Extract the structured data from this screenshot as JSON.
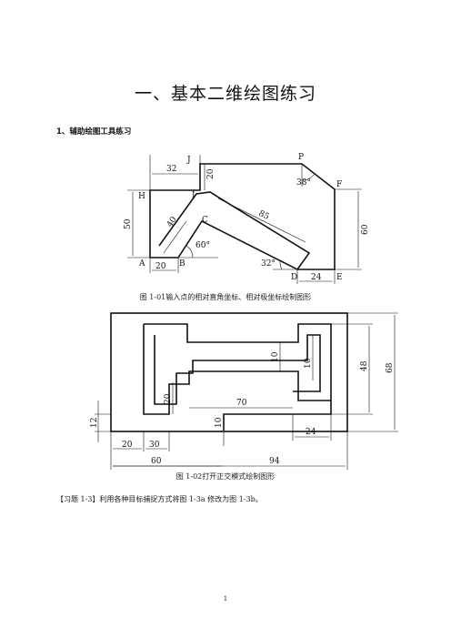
{
  "title": "一、基本二维绘图练习",
  "section_heading": "1、辅助绘图工具练习",
  "figure1": {
    "caption": "图 1-01输入点的相对直角坐标、相对极坐标绘制图形",
    "points": {
      "A": "A",
      "B": "B",
      "C": "C",
      "D": "D",
      "E": "E",
      "F": "F",
      "H": "H",
      "I": "I",
      "J": "J",
      "P": "P"
    },
    "dims": {
      "d32": "32",
      "d20v": "20",
      "d50": "50",
      "d40": "40",
      "d60deg": "60°",
      "d20h": "20",
      "d85": "85",
      "d32deg": "32°",
      "d24": "24",
      "d38deg": "38°",
      "d60": "60"
    }
  },
  "figure2": {
    "caption": "图 1-02打开正交模式绘制图形",
    "dims": {
      "d10a": "10",
      "d10b": "10",
      "d48": "48",
      "d68": "68",
      "d20": "20",
      "d70": "70",
      "d12": "12",
      "d10c": "10",
      "d24": "24",
      "d20b": "20",
      "d30": "30",
      "d60": "60",
      "d94": "94"
    }
  },
  "exercise_text": "【习题 1-3】利用各种目标捕捉方式将图 1-3a 修改为图 1-3b。",
  "page_number": "1"
}
